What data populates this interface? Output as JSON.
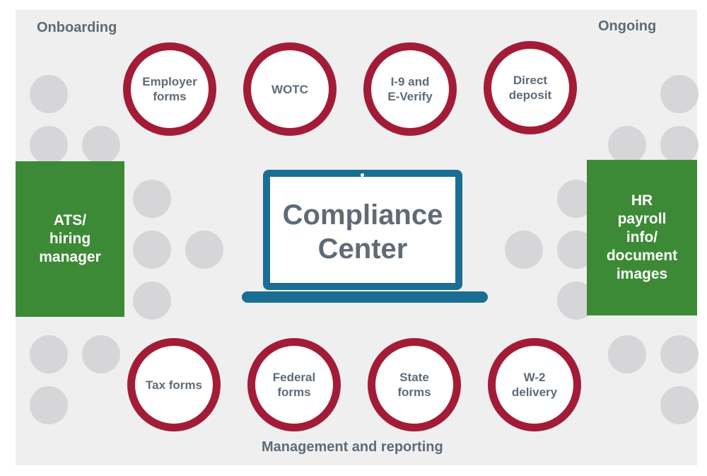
{
  "labels": {
    "onboarding": "Onboarding",
    "ongoing": "Ongoing",
    "management": "Management and reporting"
  },
  "top_items": [
    "Employer\nforms",
    "WOTC",
    "I-9 and\nE-Verify",
    "Direct\ndeposit"
  ],
  "bottom_items": [
    "Tax forms",
    "Federal\nforms",
    "State\nforms",
    "W-2\ndelivery"
  ],
  "left_box": "ATS/\nhiring\nmanager",
  "right_box": "HR\npayroll\ninfo/\ndocument\nimages",
  "center_title": "Compliance\nCenter",
  "colors": {
    "ring": "#a31c37",
    "green": "#3d8a36",
    "laptop": "#1b6e93",
    "text": "#5f6b76",
    "dot": "#d6d6d8",
    "background": "#efeff0"
  }
}
